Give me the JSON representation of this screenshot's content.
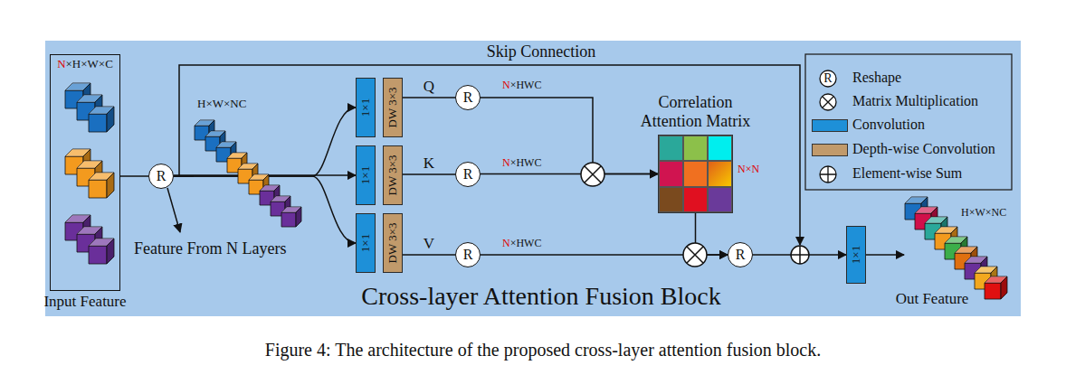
{
  "diagram": {
    "title": "Cross-layer Attention Fusion Block",
    "caption": "Figure 4: The architecture of the proposed cross-layer attention fusion block.",
    "nodes": [
      {
        "text": [
          "N×H×W×C",
          "Input Feature"
        ]
      },
      {
        "text": [
          "R"
        ]
      },
      {
        "text": [
          "1×1"
        ]
      },
      {
        "text": [
          "DW 3×3"
        ]
      },
      {
        "text": [
          "1×1"
        ]
      },
      {
        "text": [
          "DW 3×3"
        ]
      },
      {
        "text": [
          "1×1"
        ]
      },
      {
        "text": [
          "DW 3×3"
        ]
      },
      {
        "text": [
          "R"
        ]
      },
      {
        "text": [
          "R"
        ]
      },
      {
        "text": [
          "R"
        ]
      },
      {
        "text": [
          "Correlation Attention Matrix",
          "N×N"
        ]
      },
      {
        "text": [
          "R"
        ]
      },
      {
        "text": [
          "1×1"
        ]
      }
    ],
    "edges": [
      {
        "from": 0,
        "to": 1,
        "arrow": "none"
      },
      {
        "from": 1,
        "to": 2,
        "arrow": "to"
      },
      {
        "from": 1,
        "to": 4,
        "arrow": "to"
      },
      {
        "from": 1,
        "to": 6,
        "arrow": "to"
      },
      {
        "from": 3,
        "to": 8,
        "label": "Q",
        "arrow": "none"
      },
      {
        "from": 5,
        "to": 9,
        "label": "K",
        "arrow": "none"
      },
      {
        "from": 7,
        "to": 10,
        "label": "V",
        "arrow": "none"
      },
      {
        "from": 8,
        "to": 11,
        "arrow": "to"
      },
      {
        "from": 9,
        "to": 11,
        "arrow": "to"
      },
      {
        "from": 11,
        "to": 12,
        "arrow": "to"
      },
      {
        "from": 10,
        "to": 12,
        "arrow": "to"
      },
      {
        "from": 12,
        "to": 13,
        "arrow": "to"
      }
    ],
    "labels": [
      "H×W×NC",
      "Feature From N Layers",
      "Skip Connection",
      "N×HWC",
      "N×HWC",
      "N×HWC",
      "R",
      "H×W×NC",
      "Out Feature"
    ],
    "legend": [
      {
        "text": "Reshape"
      },
      {
        "text": "Matrix Multiplication"
      },
      {
        "text": "Convolution",
        "color": "#1e90d8"
      },
      {
        "text": "Depth-wise Convolution",
        "color": "#c19a6b"
      },
      {
        "text": "Element-wise Sum"
      }
    ]
  }
}
